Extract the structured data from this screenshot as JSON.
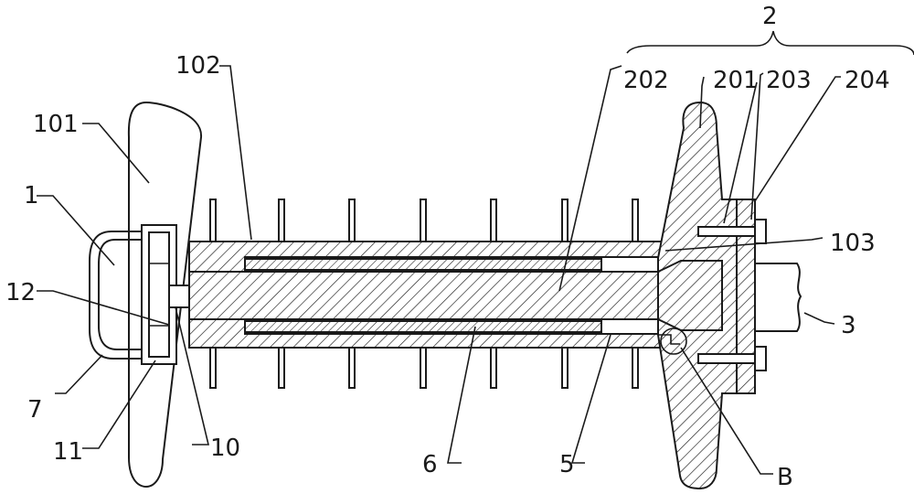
{
  "labels": {
    "l1": "1",
    "l2": "2",
    "l3": "3",
    "l5": "5",
    "l6": "6",
    "l7": "7",
    "l10": "10",
    "l11": "11",
    "l12": "12",
    "l101": "101",
    "l102": "102",
    "l103": "103",
    "l201": "201",
    "l202": "202",
    "l203": "203",
    "l204": "204",
    "lB": "B"
  },
  "colors": {
    "line": "#1a1a1a",
    "background": "#ffffff"
  }
}
